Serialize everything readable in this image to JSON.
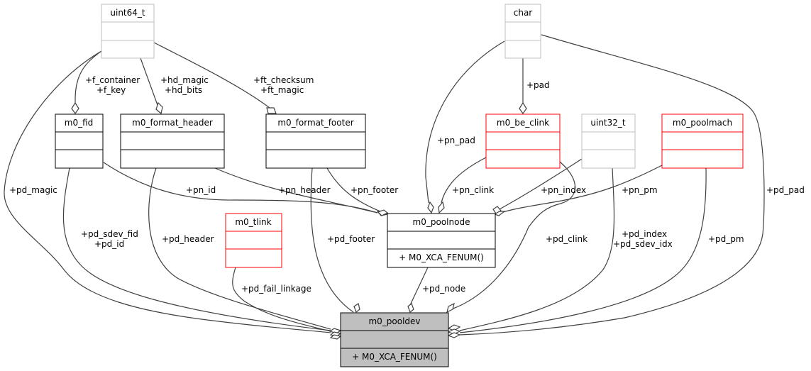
{
  "diagram": {
    "type": "collaboration-diagram",
    "colors": {
      "normal_border": "#000000",
      "external_border": "#bfbfbf",
      "undocumented_border": "#ff0000",
      "focus_fill": "#bfbfbf",
      "edge": "#404040"
    },
    "nodes": {
      "uint64_t": {
        "title": "uint64_t",
        "kind": "external",
        "method": ""
      },
      "char": {
        "title": "char",
        "kind": "external",
        "method": ""
      },
      "m0_fid": {
        "title": "m0_fid",
        "kind": "normal",
        "method": ""
      },
      "m0_format_header": {
        "title": "m0_format_header",
        "kind": "normal",
        "method": ""
      },
      "m0_format_footer": {
        "title": "m0_format_footer",
        "kind": "normal",
        "method": ""
      },
      "m0_be_clink": {
        "title": "m0_be_clink",
        "kind": "undocumented",
        "method": ""
      },
      "uint32_t": {
        "title": "uint32_t",
        "kind": "external",
        "method": ""
      },
      "m0_poolmach": {
        "title": "m0_poolmach",
        "kind": "undocumented",
        "method": ""
      },
      "m0_tlink": {
        "title": "m0_tlink",
        "kind": "undocumented",
        "method": ""
      },
      "m0_poolnode": {
        "title": "m0_poolnode",
        "kind": "normal",
        "method": "+ M0_XCA_FENUM()"
      },
      "m0_pooldev": {
        "title": "m0_pooldev",
        "kind": "focus",
        "method": "+ M0_XCA_FENUM()"
      }
    },
    "edge_labels": {
      "f_container_key": [
        "+f_container",
        "+f_key"
      ],
      "hd_magic_bits": [
        "+hd_magic",
        "+hd_bits"
      ],
      "ft_checksum_magic": [
        "+ft_checksum",
        "+ft_magic"
      ],
      "pad": [
        "+pad"
      ],
      "pn_pad": [
        "+pn_pad"
      ],
      "pd_magic": [
        "+pd_magic"
      ],
      "pn_id": [
        "+pn_id"
      ],
      "pn_header": [
        "+pn_header"
      ],
      "pn_footer": [
        "+pn_footer"
      ],
      "pn_clink": [
        "+pn_clink"
      ],
      "pn_index": [
        "+pn_index"
      ],
      "pn_pm": [
        "+pn_pm"
      ],
      "pd_pad": [
        "+pd_pad"
      ],
      "pd_sdev_fid_id": [
        "+pd_sdev_fid",
        "+pd_id"
      ],
      "pd_header": [
        "+pd_header"
      ],
      "pd_footer": [
        "+pd_footer"
      ],
      "pd_clink": [
        "+pd_clink"
      ],
      "pd_index_sdev_idx": [
        "+pd_index",
        "+pd_sdev_idx"
      ],
      "pd_pm": [
        "+pd_pm"
      ],
      "pd_fail_linkage": [
        "+pd_fail_linkage"
      ],
      "pd_node": [
        "+pd_node"
      ]
    }
  }
}
